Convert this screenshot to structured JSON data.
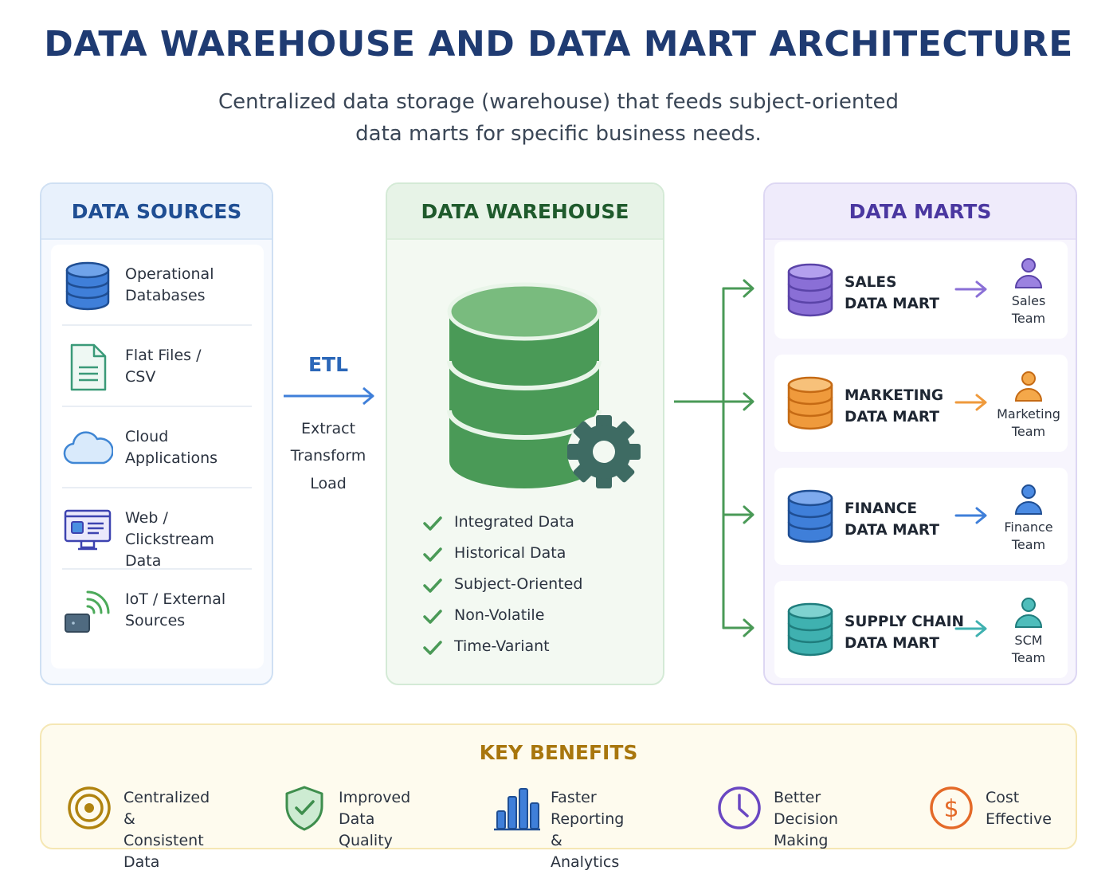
{
  "title": "DATA WAREHOUSE AND DATA MART ARCHITECTURE",
  "subtitle_line1": "Centralized data storage (warehouse) that feeds subject-oriented",
  "subtitle_line2": "data marts for specific business needs.",
  "sources": {
    "heading": "DATA SOURCES",
    "items": [
      {
        "label": "Operational\nDatabases",
        "icon": "database-icon"
      },
      {
        "label": "Flat Files /\nCSV",
        "icon": "file-icon"
      },
      {
        "label": "Cloud\nApplications",
        "icon": "cloud-icon"
      },
      {
        "label": "Web / Clickstream\nData",
        "icon": "monitor-icon"
      },
      {
        "label": "IoT / External\nSources",
        "icon": "iot-signal-icon"
      }
    ]
  },
  "etl": {
    "label": "ETL",
    "steps": [
      "Extract",
      "Transform",
      "Load"
    ]
  },
  "warehouse": {
    "heading": "DATA WAREHOUSE",
    "features": [
      "Integrated Data",
      "Historical Data",
      "Subject-Oriented",
      "Non-Volatile",
      "Time-Variant"
    ]
  },
  "marts": {
    "heading": "DATA MARTS",
    "items": [
      {
        "name": "SALES\nDATA MART",
        "team": "Sales\nTeam",
        "color": "#8a6fd6"
      },
      {
        "name": "MARKETING\nDATA MART",
        "team": "Marketing\nTeam",
        "color": "#ef9a3c"
      },
      {
        "name": "FINANCE\nDATA MART",
        "team": "Finance\nTeam",
        "color": "#3f7fd9"
      },
      {
        "name": "SUPPLY CHAIN\nDATA MART",
        "team": "SCM\nTeam",
        "color": "#3fb1b0"
      }
    ]
  },
  "benefits": {
    "heading": "KEY BENEFITS",
    "items": [
      {
        "label": "Centralized &\nConsistent Data",
        "icon": "target-icon"
      },
      {
        "label": "Improved Data\nQuality",
        "icon": "shield-check-icon"
      },
      {
        "label": "Faster Reporting\n& Analytics",
        "icon": "bar-chart-icon"
      },
      {
        "label": "Better Decision\nMaking",
        "icon": "clock-icon"
      },
      {
        "label": "Cost\nEffective",
        "icon": "dollar-icon"
      }
    ]
  },
  "colors": {
    "title": "#1f3b72",
    "sources": "#1f4e93",
    "warehouse": "#4a9a57",
    "marts": "#4a37a0",
    "benefits": "#a8760d",
    "etl": "#2b67b8"
  }
}
